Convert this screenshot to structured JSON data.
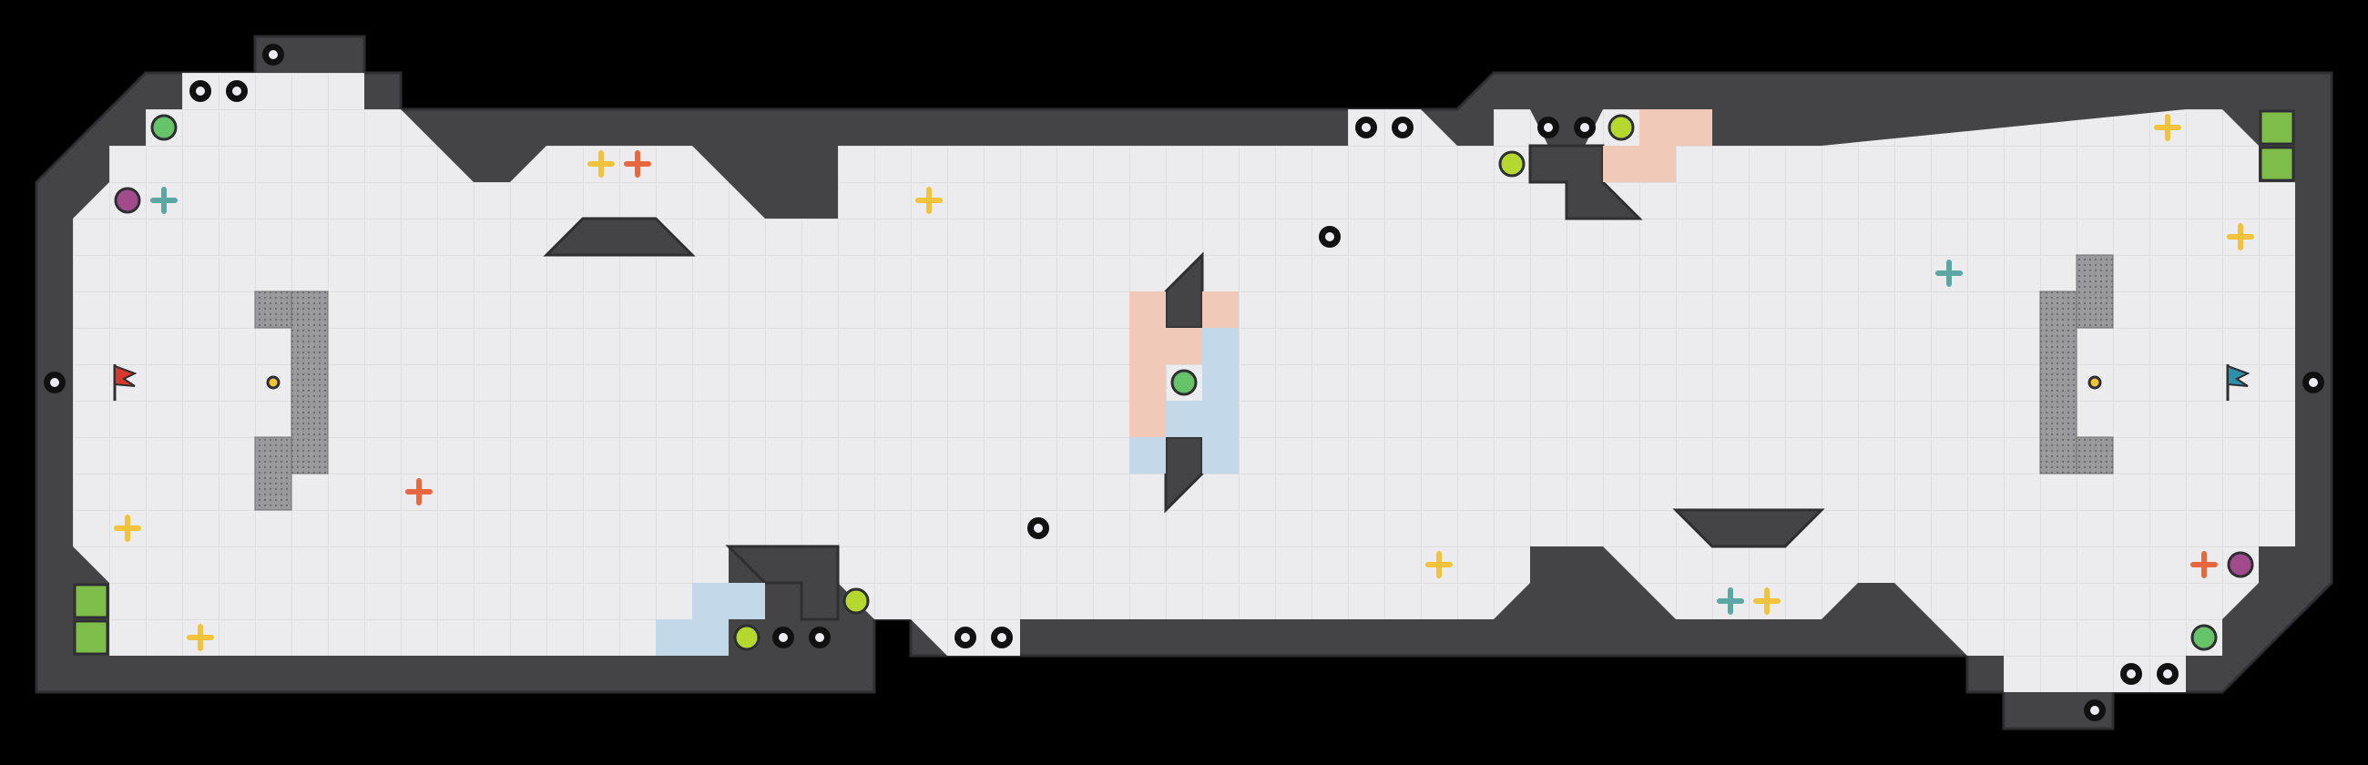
{
  "game": {
    "arena": "ctf-map-overview",
    "colors": {
      "background": "#000000",
      "floor": "#ececee",
      "grid": "#d8d8dc",
      "wall": "#444447",
      "wall_edge": "#2f2f32",
      "red_team_zone": "#f0c8b8",
      "blue_team_zone": "#c3d8e8",
      "boost_pad": "#9a9a9e",
      "spike": "#111111",
      "powerup_yellow": "#f2c23a",
      "powerup_red": "#e8673f",
      "powerup_teal": "#5aa7a3",
      "bomb": "#b6d72d",
      "portal": "#7dbf4a",
      "red_flag": "#d8382e",
      "blue_flag": "#2f8ea8"
    }
  },
  "flags": [
    {
      "team": "red",
      "icon": "red-flag-icon"
    },
    {
      "team": "blue",
      "icon": "blue-flag-icon"
    }
  ],
  "icons": {
    "spike": "spike-icon",
    "powerup": "powerup-icon",
    "bomb": "bomb-icon",
    "portal": "portal-icon",
    "boost": "boost-pad-icon",
    "pill": "pill-powerup-icon"
  }
}
